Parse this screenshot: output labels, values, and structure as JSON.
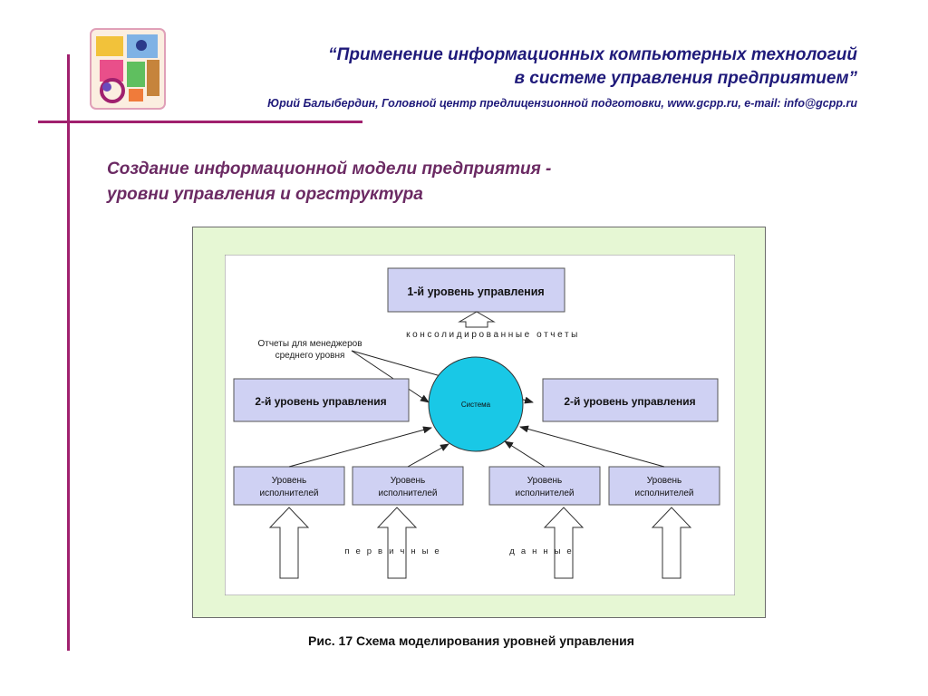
{
  "header": {
    "title_line1": "“Применение информационных компьютерных технологий",
    "title_line2": "в системе управления предприятием”",
    "subtitle": "Юрий Балыбердин, Головной центр предлицензионной подготовки, www.gcpp.ru, e-mail: info@gcpp.ru"
  },
  "slide": {
    "title_line1": "Создание информационной модели предприятия -",
    "title_line2": "уровни управления и оргструктура"
  },
  "diagram": {
    "level1": "1-й уровень управления",
    "consolidated_reports": "консолидированные отчеты",
    "manager_reports_line1": "Отчеты для менеджеров",
    "manager_reports_line2": "среднего уровня",
    "level2_left": "2-й уровень управления",
    "level2_right": "2-й уровень управления",
    "system": "Система",
    "executors": [
      {
        "line1": "Уровень",
        "line2": "исполнителей"
      },
      {
        "line1": "Уровень",
        "line2": "исполнителей"
      },
      {
        "line1": "Уровень",
        "line2": "исполнителей"
      },
      {
        "line1": "Уровень",
        "line2": "исполнителей"
      }
    ],
    "primary_word1": "первичные",
    "primary_word2": "данные"
  },
  "caption": "Рис. 17 Схема моделирования уровней управления",
  "colors": {
    "accent": "#a0206e",
    "header_text": "#1f1a7a",
    "title_text": "#6b2a63",
    "frame_bg": "#e6f7d4",
    "box_fill": "#cfd1f3",
    "circle_fill": "#19c8e6"
  }
}
